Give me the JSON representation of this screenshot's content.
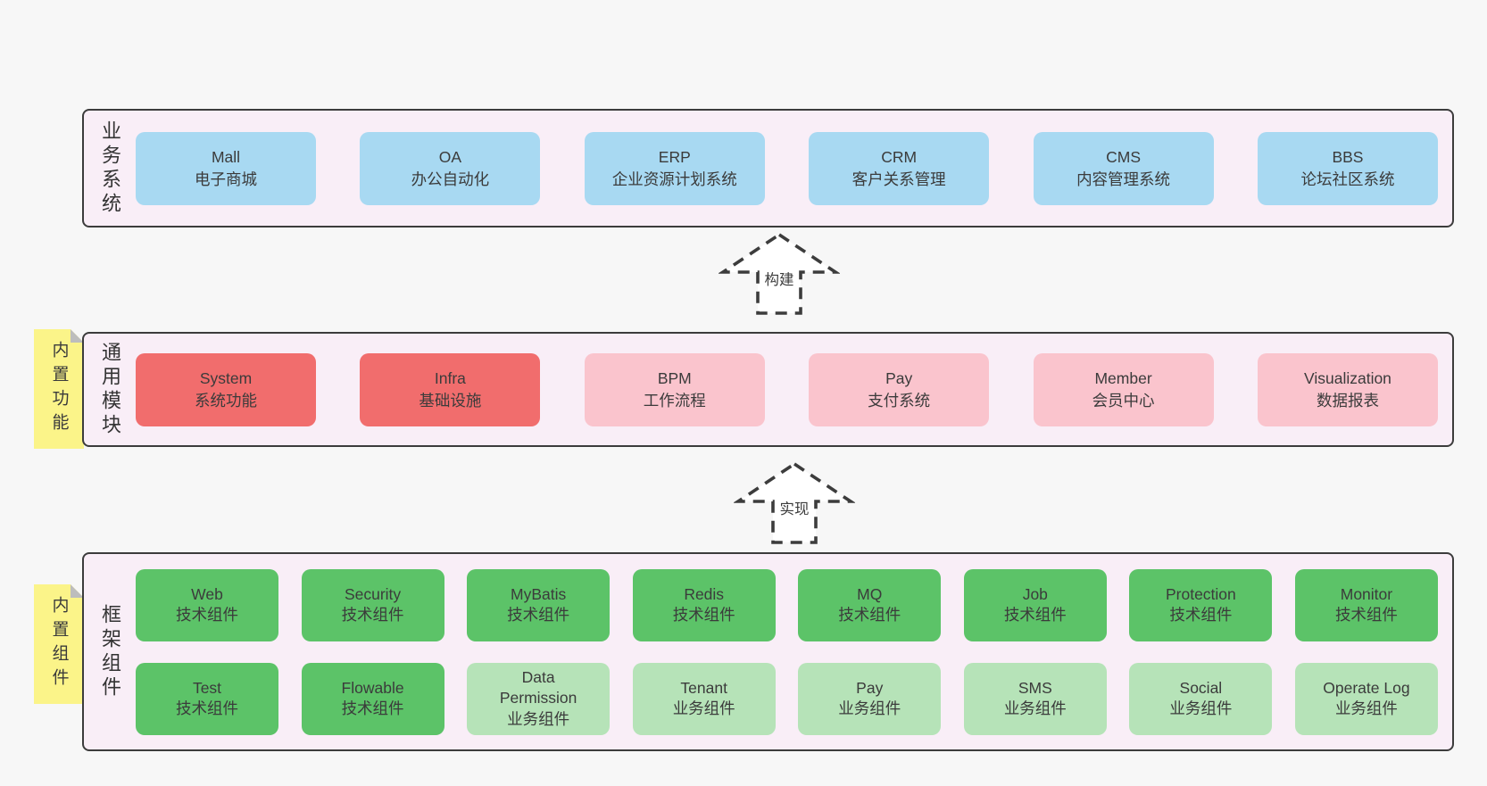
{
  "colors": {
    "page_bg": "#f7f7f7",
    "layer_bg": "#f9eef7",
    "border": "#3c3c3c",
    "blue": "#a8d9f2",
    "red": "#f16d6d",
    "pink": "#fac4cd",
    "green": "#5cc368",
    "lightgreen": "#b6e3b8",
    "tab_yellow": "#fbf489"
  },
  "layers": [
    {
      "id": "business",
      "side_label": "业务系统",
      "rows": [
        [
          {
            "title": "Mall",
            "subtitle": "电子商城",
            "type": "blue"
          },
          {
            "title": "OA",
            "subtitle": "办公自动化",
            "type": "blue"
          },
          {
            "title": "ERP",
            "subtitle": "企业资源计划系统",
            "type": "blue"
          },
          {
            "title": "CRM",
            "subtitle": "客户关系管理",
            "type": "blue"
          },
          {
            "title": "CMS",
            "subtitle": "内容管理系统",
            "type": "blue"
          },
          {
            "title": "BBS",
            "subtitle": "论坛社区系统",
            "type": "blue"
          }
        ]
      ]
    },
    {
      "id": "modules",
      "side_label": "通用模块",
      "tab_label": "内置功能",
      "rows": [
        [
          {
            "title": "System",
            "subtitle": "系统功能",
            "type": "red"
          },
          {
            "title": "Infra",
            "subtitle": "基础设施",
            "type": "red"
          },
          {
            "title": "BPM",
            "subtitle": "工作流程",
            "type": "pink"
          },
          {
            "title": "Pay",
            "subtitle": "支付系统",
            "type": "pink"
          },
          {
            "title": "Member",
            "subtitle": "会员中心",
            "type": "pink"
          },
          {
            "title": "Visualization",
            "subtitle": "数据报表",
            "type": "pink"
          }
        ]
      ]
    },
    {
      "id": "framework",
      "side_label": "框架组件",
      "tab_label": "内置组件",
      "rows": [
        [
          {
            "title": "Web",
            "subtitle": "技术组件",
            "type": "green"
          },
          {
            "title": "Security",
            "subtitle": "技术组件",
            "type": "green"
          },
          {
            "title": "MyBatis",
            "subtitle": "技术组件",
            "type": "green"
          },
          {
            "title": "Redis",
            "subtitle": "技术组件",
            "type": "green"
          },
          {
            "title": "MQ",
            "subtitle": "技术组件",
            "type": "green"
          },
          {
            "title": "Job",
            "subtitle": "技术组件",
            "type": "green"
          },
          {
            "title": "Protection",
            "subtitle": "技术组件",
            "type": "green"
          },
          {
            "title": "Monitor",
            "subtitle": "技术组件",
            "type": "green"
          }
        ],
        [
          {
            "title": "Test",
            "subtitle": "技术组件",
            "type": "green"
          },
          {
            "title": "Flowable",
            "subtitle": "技术组件",
            "type": "green"
          },
          {
            "title": "Data Permission",
            "subtitle": "业务组件",
            "type": "lightgreen"
          },
          {
            "title": "Tenant",
            "subtitle": "业务组件",
            "type": "lightgreen"
          },
          {
            "title": "Pay",
            "subtitle": "业务组件",
            "type": "lightgreen"
          },
          {
            "title": "SMS",
            "subtitle": "业务组件",
            "type": "lightgreen"
          },
          {
            "title": "Social",
            "subtitle": "业务组件",
            "type": "lightgreen"
          },
          {
            "title": "Operate Log",
            "subtitle": "业务组件",
            "type": "lightgreen"
          }
        ]
      ]
    }
  ],
  "arrows": [
    {
      "label": "构建"
    },
    {
      "label": "实现"
    }
  ]
}
